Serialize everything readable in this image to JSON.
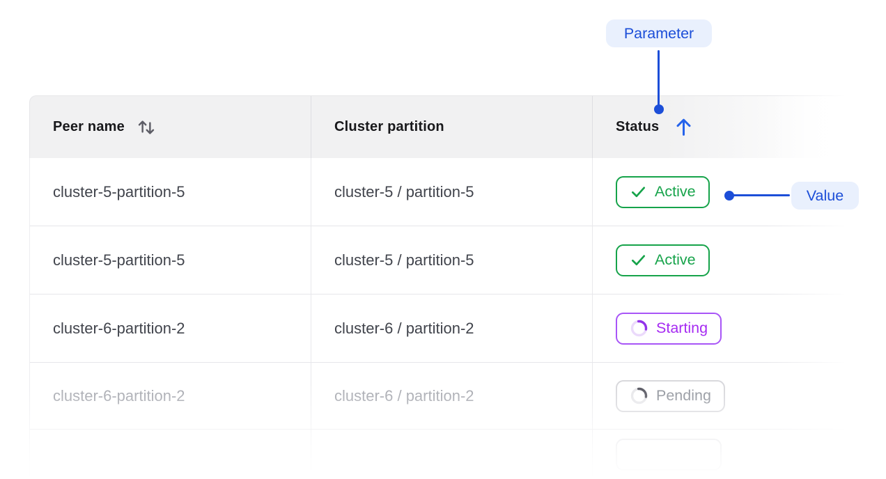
{
  "annotations": {
    "parameter": {
      "label": "Parameter"
    },
    "value": {
      "label": "Value"
    }
  },
  "table": {
    "columns": [
      {
        "label": "Peer name",
        "sort": "sortable",
        "sort_icon": "sort-both-icon"
      },
      {
        "label": "Cluster partition",
        "sort": "none",
        "sort_icon": null
      },
      {
        "label": "Status",
        "sort": "ascending",
        "sort_icon": "arrow-up-icon"
      }
    ],
    "rows": [
      {
        "peer_name": "cluster-5-partition-5",
        "cluster_partition": "cluster-5 / partition-5",
        "status": {
          "label": "Active",
          "state": "active",
          "icon": "check-icon"
        },
        "dimmed": false
      },
      {
        "peer_name": "cluster-5-partition-5",
        "cluster_partition": "cluster-5 / partition-5",
        "status": {
          "label": "Active",
          "state": "active",
          "icon": "check-icon"
        },
        "dimmed": false
      },
      {
        "peer_name": "cluster-6-partition-2",
        "cluster_partition": "cluster-6 / partition-2",
        "status": {
          "label": "Starting",
          "state": "starting",
          "icon": "spinner-icon"
        },
        "dimmed": false
      },
      {
        "peer_name": "cluster-6-partition-2",
        "cluster_partition": "cluster-6 / partition-2",
        "status": {
          "label": "Pending",
          "state": "pending",
          "icon": "spinner-icon"
        },
        "dimmed": true
      },
      {
        "peer_name": "",
        "cluster_partition": "",
        "status": {
          "label": "",
          "state": "ghost",
          "icon": null
        },
        "dimmed": true
      }
    ]
  },
  "colors": {
    "annotation_blue": "#1C4ED8",
    "annotation_pill_bg": "#E9F0FD",
    "header_bg": "#F1F1F2",
    "header_text": "#18181B",
    "cell_text": "#41444C",
    "dimmed_text": "#A6A8AF",
    "row_border": "#E6E6EA",
    "active_green": "#16A34A",
    "starting_purple": "#A855F7",
    "starting_text": "#A62BF2",
    "pending_gray": "#8F939B",
    "sort_arrow_blue": "#2563EB",
    "sort_both_gray": "#5D5D66"
  }
}
